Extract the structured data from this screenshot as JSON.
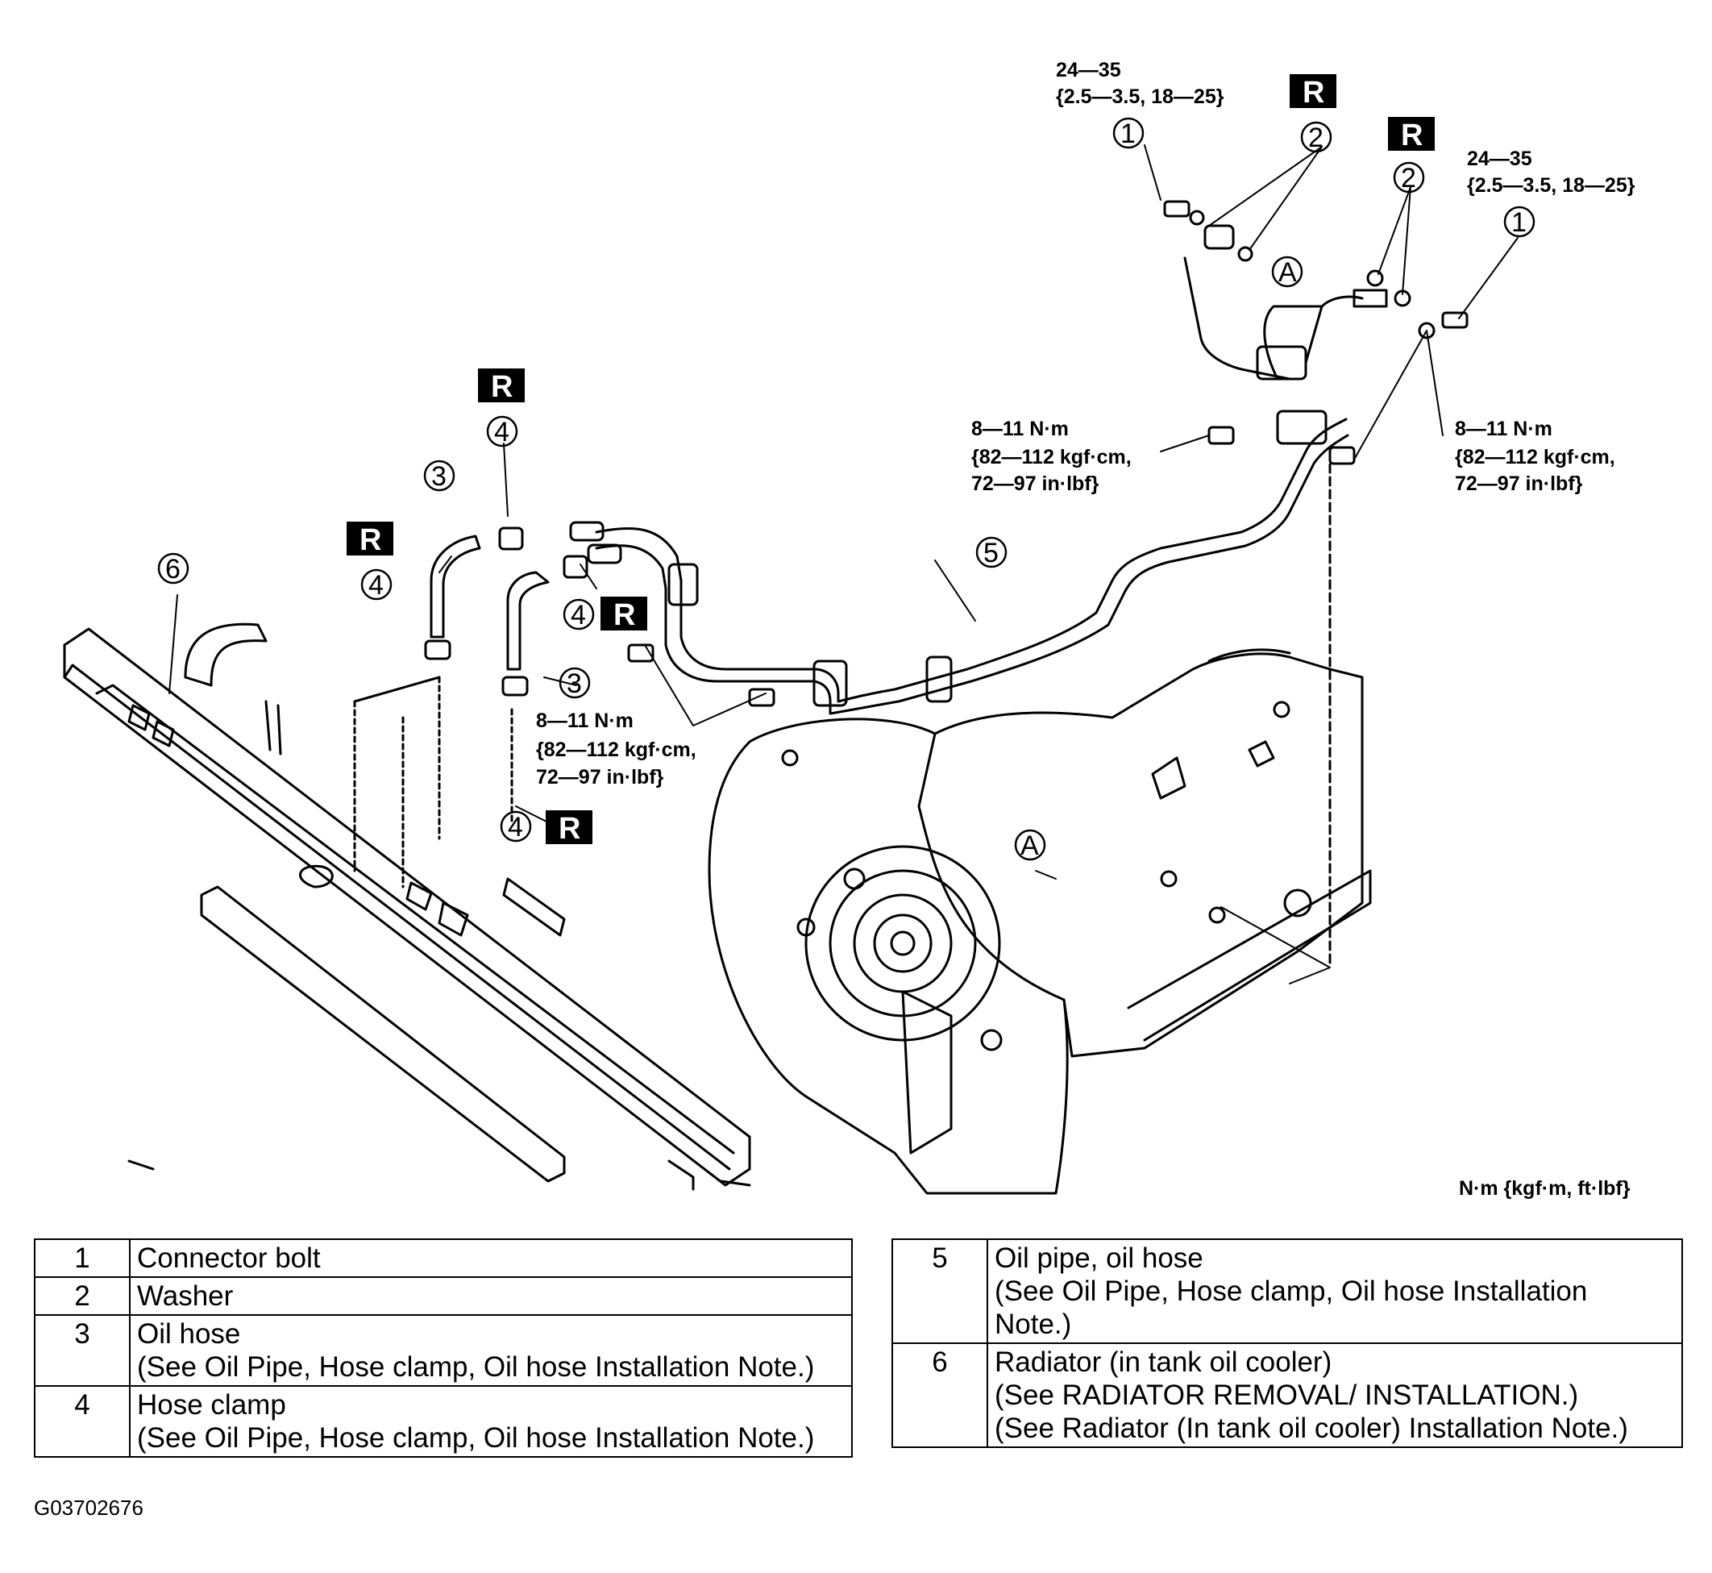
{
  "torque_specs": {
    "top_left": {
      "line1": "24—35",
      "line2": "{2.5—3.5, 18—25}"
    },
    "top_right": {
      "line1": "24—35",
      "line2": "{2.5—3.5, 18—25}"
    },
    "mid_right_a": {
      "line1": "8—11 N·m",
      "line2": "{82—112 kgf·cm,",
      "line3": "72—97 in·lbf}"
    },
    "mid_right_b": {
      "line1": "8—11 N·m",
      "line2": "{82—112 kgf·cm,",
      "line3": "72—97 in·lbf}"
    },
    "mid_center": {
      "line1": "8—11 N·m",
      "line2": "{82—112 kgf·cm,",
      "line3": "72—97 in·lbf}"
    }
  },
  "units_note": "N·m {kgf·m, ft·lbf}",
  "replace_mark": "R",
  "ref_mark": "A",
  "callouts": {
    "n1": "1",
    "n2": "2",
    "n3": "3",
    "n4": "4",
    "n5": "5",
    "n6": "6"
  },
  "parts_left": [
    {
      "no": "1",
      "lines": [
        "Connector bolt"
      ]
    },
    {
      "no": "2",
      "lines": [
        "Washer"
      ]
    },
    {
      "no": "3",
      "lines": [
        "Oil hose",
        "(See Oil Pipe, Hose clamp, Oil hose Installation Note.)"
      ]
    },
    {
      "no": "4",
      "lines": [
        "Hose clamp",
        "(See Oil Pipe, Hose clamp, Oil hose Installation Note.)"
      ]
    }
  ],
  "parts_right": [
    {
      "no": "5",
      "lines": [
        "Oil pipe, oil hose",
        "(See Oil Pipe, Hose clamp, Oil hose Installation",
        "Note.)"
      ]
    },
    {
      "no": "6",
      "lines": [
        "Radiator (in tank oil cooler)",
        "(See RADIATOR REMOVAL/ INSTALLATION.)",
        "(See Radiator (In tank oil cooler) Installation Note.)"
      ]
    }
  ],
  "figure_id": "G03702676"
}
